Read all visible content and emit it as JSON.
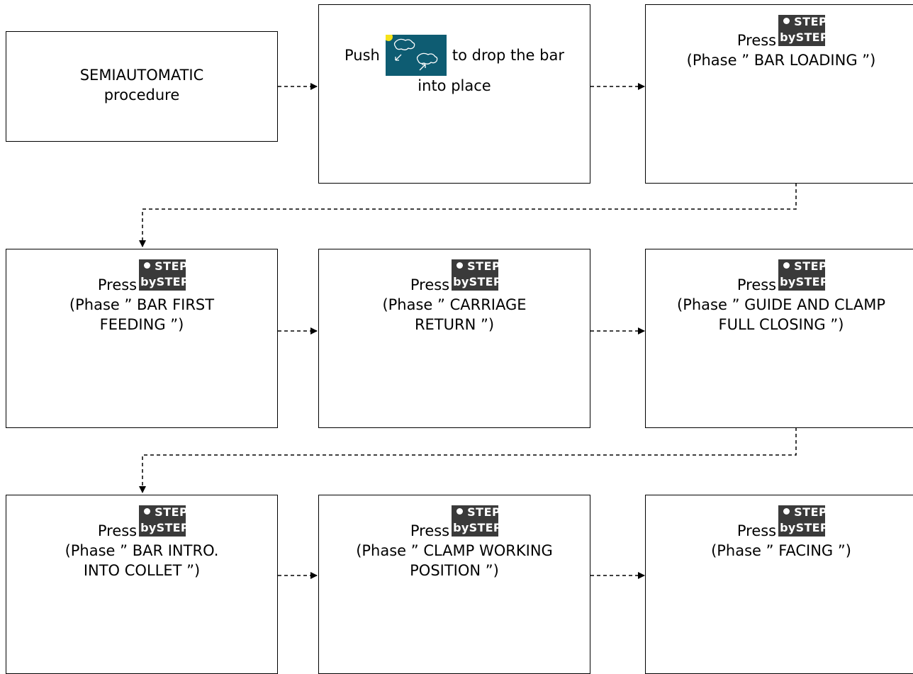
{
  "boxes": {
    "b1": {
      "line1": "SEMIAUTOMATIC",
      "line2": "procedure"
    },
    "b2": {
      "push": "Push",
      "after": "to drop the bar",
      "line2": "into place",
      "icon": "bar-drop-icon"
    },
    "b3": {
      "press": "Press",
      "phase": "(Phase ” BAR LOADING ”)"
    },
    "b4": {
      "press": "Press",
      "phase1": "(Phase ” BAR FIRST",
      "phase2": "FEEDING ”)"
    },
    "b5": {
      "press": "Press",
      "phase1": "(Phase ” CARRIAGE",
      "phase2": "RETURN ”)"
    },
    "b6": {
      "press": "Press",
      "phase1": "(Phase ” GUIDE AND CLAMP",
      "phase2": "FULL CLOSING ”)"
    },
    "b7": {
      "press": "Press",
      "phase1": "(Phase ” BAR INTRO.",
      "phase2": "INTO COLLET ”)"
    },
    "b8": {
      "press": "Press",
      "phase1": "(Phase ” CLAMP WORKING",
      "phase2": "POSITION ”)"
    },
    "b9": {
      "press": "Press",
      "phase": "(Phase ” FACING ”)"
    }
  },
  "step_button": {
    "line1": "STEP",
    "line2": "bySTEP",
    "icon": "step-by-step-button-icon"
  },
  "colors": {
    "step_bg": "#3a3a3a",
    "drop_icon_bg": "#0e5c72",
    "drop_icon_dot": "#f5e21a"
  }
}
